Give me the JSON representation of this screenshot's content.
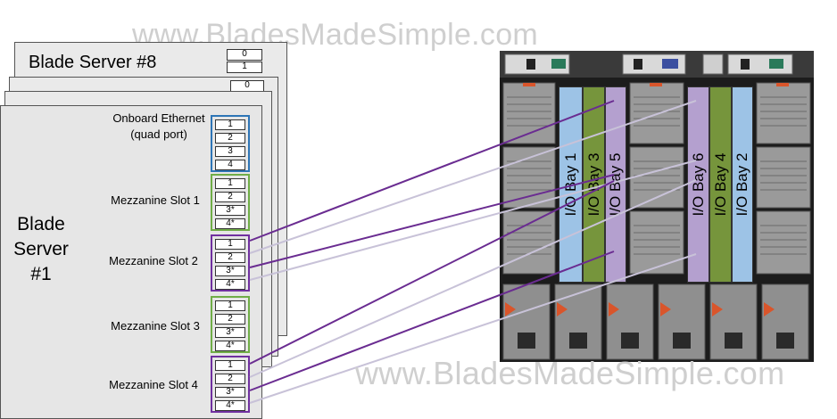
{
  "watermark": "www.BladesMadeSimple.com",
  "back_server": {
    "title": "Blade Server #8",
    "ports": [
      "0",
      "1"
    ]
  },
  "mid_server": {
    "ports": [
      "0"
    ]
  },
  "front_server": {
    "label_line1": "Blade",
    "label_line2": "Server",
    "label_line3": "#1",
    "sections": [
      {
        "label_line1": "Onboard Ethernet",
        "label_line2": "(quad port)",
        "ports": [
          "1",
          "2",
          "3",
          "4"
        ],
        "color": "#2e75b6"
      },
      {
        "label_line1": "Mezzanine Slot 1",
        "label_line2": "",
        "ports": [
          "1",
          "2",
          "3*",
          "4*"
        ],
        "color": "#70ad47"
      },
      {
        "label_line1": "Mezzanine Slot 2",
        "label_line2": "",
        "ports": [
          "1",
          "2",
          "3*",
          "4*"
        ],
        "color": "#7030a0"
      },
      {
        "label_line1": "Mezzanine Slot 3",
        "label_line2": "",
        "ports": [
          "1",
          "2",
          "3*",
          "4*"
        ],
        "color": "#70ad47"
      },
      {
        "label_line1": "Mezzanine Slot 4",
        "label_line2": "",
        "ports": [
          "1",
          "2",
          "3*",
          "4*"
        ],
        "color": "#7030a0"
      }
    ]
  },
  "io_bays": [
    {
      "label": "I/O Bay 1",
      "color": "#9dc3e6"
    },
    {
      "label": "I/O Bay 3",
      "color": "#76953c"
    },
    {
      "label": "I/O Bay 5",
      "color": "#b4a0cf"
    },
    {
      "label": "I/O Bay 6",
      "color": "#b4a0cf"
    },
    {
      "label": "I/O Bay 4",
      "color": "#76953c"
    },
    {
      "label": "I/O Bay 2",
      "color": "#9dc3e6"
    }
  ],
  "colors": {
    "wire_dark": "#6a2c91",
    "wire_light": "#c8c2d8",
    "chassis": "#1c1c1c"
  }
}
